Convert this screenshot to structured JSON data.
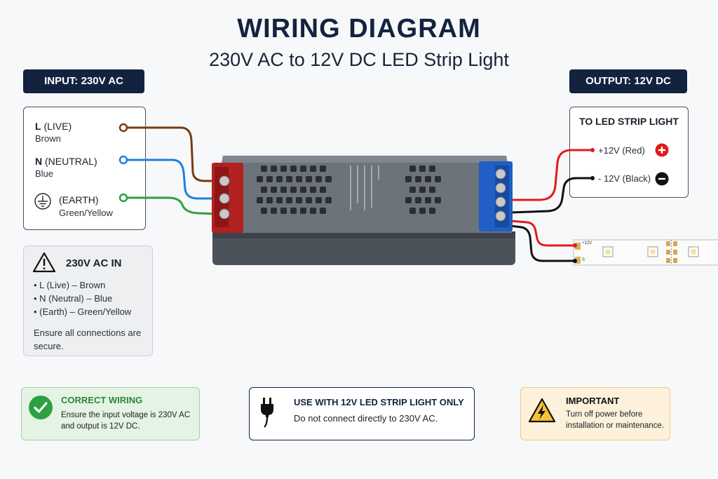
{
  "title": "WIRING DIAGRAM",
  "subtitle": "230V AC to 12V DC LED Strip Light",
  "input": {
    "tag": "INPUT: 230V AC",
    "live_code": "L",
    "live_name": "(LIVE)",
    "live_color": "Brown",
    "neutral_code": "N",
    "neutral_name": "(NEUTRAL)",
    "neutral_color": "Blue",
    "earth_name": "(EARTH)",
    "earth_color": "Green/Yellow"
  },
  "output": {
    "tag": "OUTPUT: 12V DC",
    "heading": "TO LED STRIP LIGHT",
    "pos_label": "+12V (Red)",
    "neg_label": "- 12V (Black)"
  },
  "ac_note": {
    "heading": "230V AC IN",
    "items": [
      "L (Live) – Brown",
      "N (Neutral) – Blue",
      "(Earth) – Green/Yellow"
    ],
    "footer": "Ensure all connections are secure."
  },
  "correct": {
    "heading": "CORRECT WIRING",
    "text": "Ensure the input voltage is 230V AC and output is 12V DC."
  },
  "use_note": {
    "heading": "USE WITH 12V LED STRIP LIGHT ONLY",
    "text": "Do not connect directly to 230V AC."
  },
  "important": {
    "heading": "IMPORTANT",
    "text": "Turn off power before installation or maintenance."
  },
  "strip": {
    "plus": "+12V",
    "minus": "S"
  },
  "colors": {
    "navy": "#13233f",
    "brown": "#7a3b12",
    "blue": "#1f7fe0",
    "green": "#2ea043",
    "red": "#e01b1b",
    "black": "#111111"
  },
  "icons": [
    "earth-icon",
    "warning-icon",
    "check-icon",
    "plug-icon",
    "high-voltage-icon",
    "plus-icon",
    "minus-icon"
  ]
}
